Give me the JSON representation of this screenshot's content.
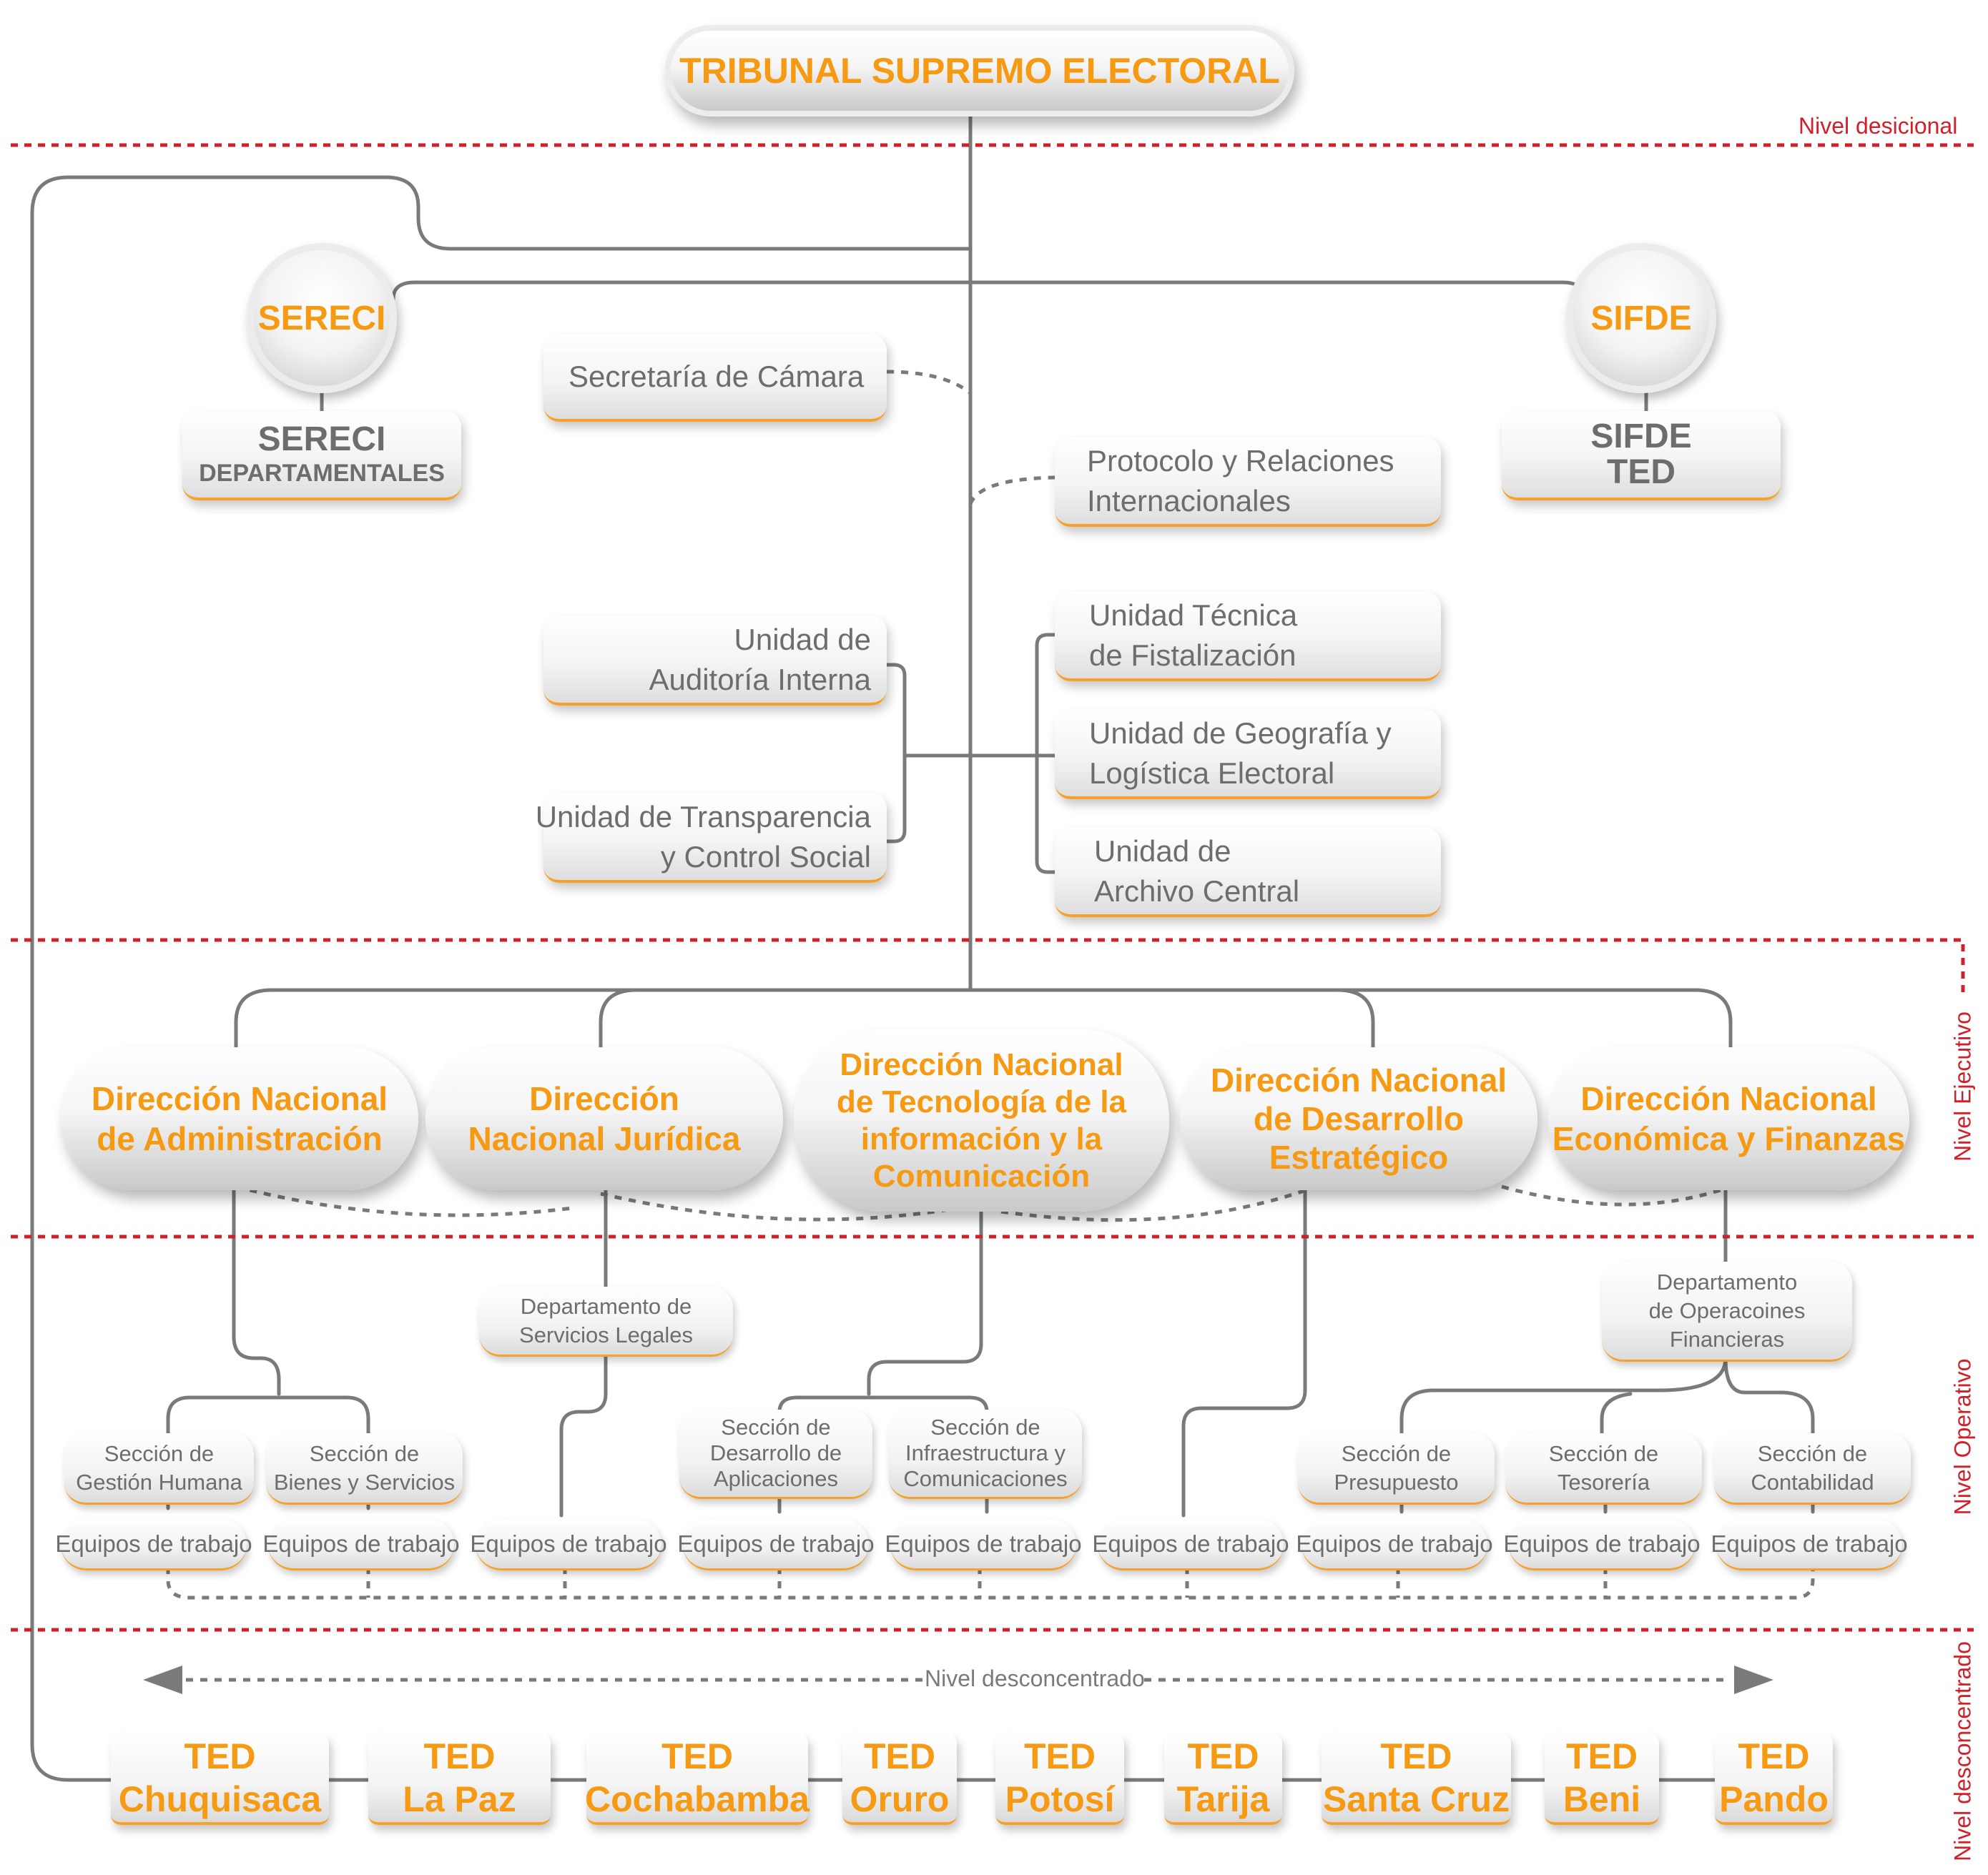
{
  "top": {
    "title": "TRIBUNAL SUPREMO ELECTORAL"
  },
  "levels": {
    "decisional": "Nivel desicional",
    "ejecutivo": "Nivel Ejecutivo",
    "operativo": "Nivel Operativo",
    "desconcentrado": "Nivel desconcentrado",
    "desconcentrado_center": "Nivel desconcentrado"
  },
  "sereci": {
    "circle": "SERECI",
    "box_line1": "SERECI",
    "box_line2": "DEPARTAMENTALES"
  },
  "sifde": {
    "circle": "SIFDE",
    "box_line1": "SIFDE",
    "box_line2": "TED"
  },
  "staff": {
    "secretaria": "Secretaría de Cámara",
    "protocolo": [
      "Protocolo y Relaciones",
      "Internacionales"
    ],
    "auditoria": [
      "Unidad de",
      "Auditoría Interna"
    ],
    "transparencia": [
      "Unidad de Transparencia",
      "y Control Social"
    ],
    "fiscalizacion": [
      "Unidad Técnica",
      "de Fistalización"
    ],
    "geografia": [
      "Unidad de Geografía y",
      "Logística Electoral"
    ],
    "archivo": [
      "Unidad de",
      "Archivo Central"
    ]
  },
  "direcciones": {
    "administracion": [
      "Dirección Nacional",
      "de Administración"
    ],
    "juridica": [
      "Dirección",
      "Nacional Jurídica"
    ],
    "tecnologia": [
      "Dirección Nacional",
      "de Tecnología de la",
      "información y la",
      "Comunicación"
    ],
    "desarrollo": [
      "Dirección Nacional",
      "de Desarrollo",
      "Estratégico"
    ],
    "economica": [
      "Dirección Nacional",
      "Económica y Finanzas"
    ]
  },
  "departamentos": {
    "servicios_legales": [
      "Departamento de",
      "Servicios Legales"
    ],
    "operaciones_financieras": [
      "Departamento",
      "de Operacoines",
      "Financieras"
    ]
  },
  "secciones": {
    "gestion_humana": [
      "Sección de",
      "Gestión Humana"
    ],
    "bienes_servicios": [
      "Sección de",
      "Bienes y Servicios"
    ],
    "desarrollo_aplicaciones": [
      "Sección de",
      "Desarrollo de",
      "Aplicaciones"
    ],
    "infraestructura": [
      "Sección de",
      "Infraestructura y",
      "Comunicaciones"
    ],
    "presupuesto": [
      "Sección de",
      "Presupuesto"
    ],
    "tesoreria": [
      "Sección de",
      "Tesorería"
    ],
    "contabilidad": [
      "Sección de",
      "Contabilidad"
    ]
  },
  "equipos": [
    "Equipos de trabajo",
    "Equipos de trabajo",
    "Equipos de trabajo",
    "Equipos de trabajo",
    "Equipos de trabajo",
    "Equipos de trabajo",
    "Equipos de trabajo",
    "Equipos de trabajo",
    "Equipos de trabajo"
  ],
  "teds": [
    {
      "l1": "TED",
      "l2": "Chuquisaca"
    },
    {
      "l1": "TED",
      "l2": "La Paz"
    },
    {
      "l1": "TED",
      "l2": "Cochabamba"
    },
    {
      "l1": "TED",
      "l2": "Oruro"
    },
    {
      "l1": "TED",
      "l2": "Potosí"
    },
    {
      "l1": "TED",
      "l2": "Tarija"
    },
    {
      "l1": "TED",
      "l2": "Santa Cruz"
    },
    {
      "l1": "TED",
      "l2": "Beni"
    },
    {
      "l1": "TED",
      "l2": "Pando"
    }
  ],
  "colors": {
    "accent": "#f59a12",
    "line": "#7a7a7a",
    "dotted_level": "#d0202a"
  }
}
